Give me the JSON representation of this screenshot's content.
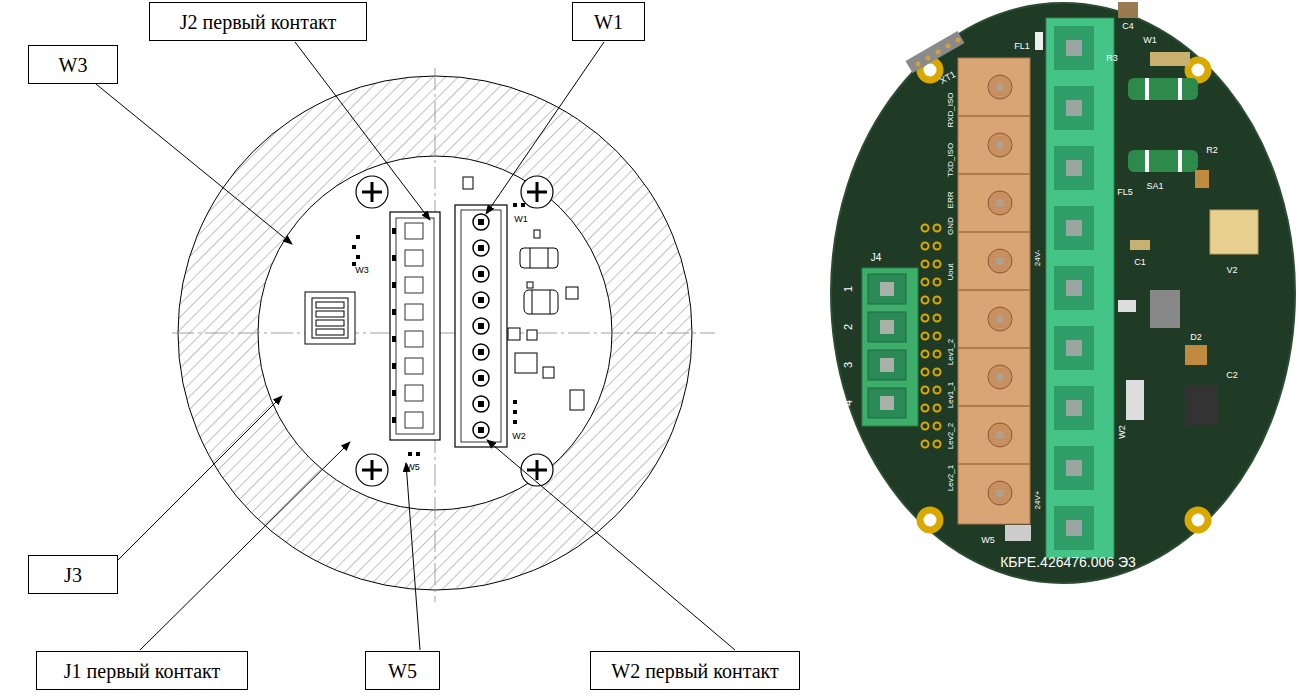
{
  "diagram": {
    "nodes": [
      {
        "text": [
          "J2 первый контакт"
        ]
      },
      {
        "text": [
          "W1"
        ]
      },
      {
        "text": [
          "W3"
        ]
      },
      {
        "text": [
          "J3"
        ]
      },
      {
        "text": [
          "J1 первый контакт"
        ]
      },
      {
        "text": [
          "W5"
        ]
      },
      {
        "text": [
          "W2 первый контакт"
        ]
      }
    ],
    "labels": [
      "W3",
      "W1",
      "W2",
      "W5",
      "C4",
      "FL1",
      "R3",
      "W1",
      "XT1",
      "FL5",
      "R2",
      "SA1",
      "C1",
      "V2",
      "D2",
      "C2",
      "W2",
      "J4",
      "1",
      "2",
      "3",
      "4",
      "RXD_ISO",
      "TXD_ISO",
      "ERR",
      "GND",
      "Uout",
      "Lev1_2",
      "Lev1_1",
      "Lev2_2",
      "Lev2_1",
      "24V-",
      "24V+",
      "W5",
      "КБРЕ.426476.006 Э3"
    ]
  }
}
